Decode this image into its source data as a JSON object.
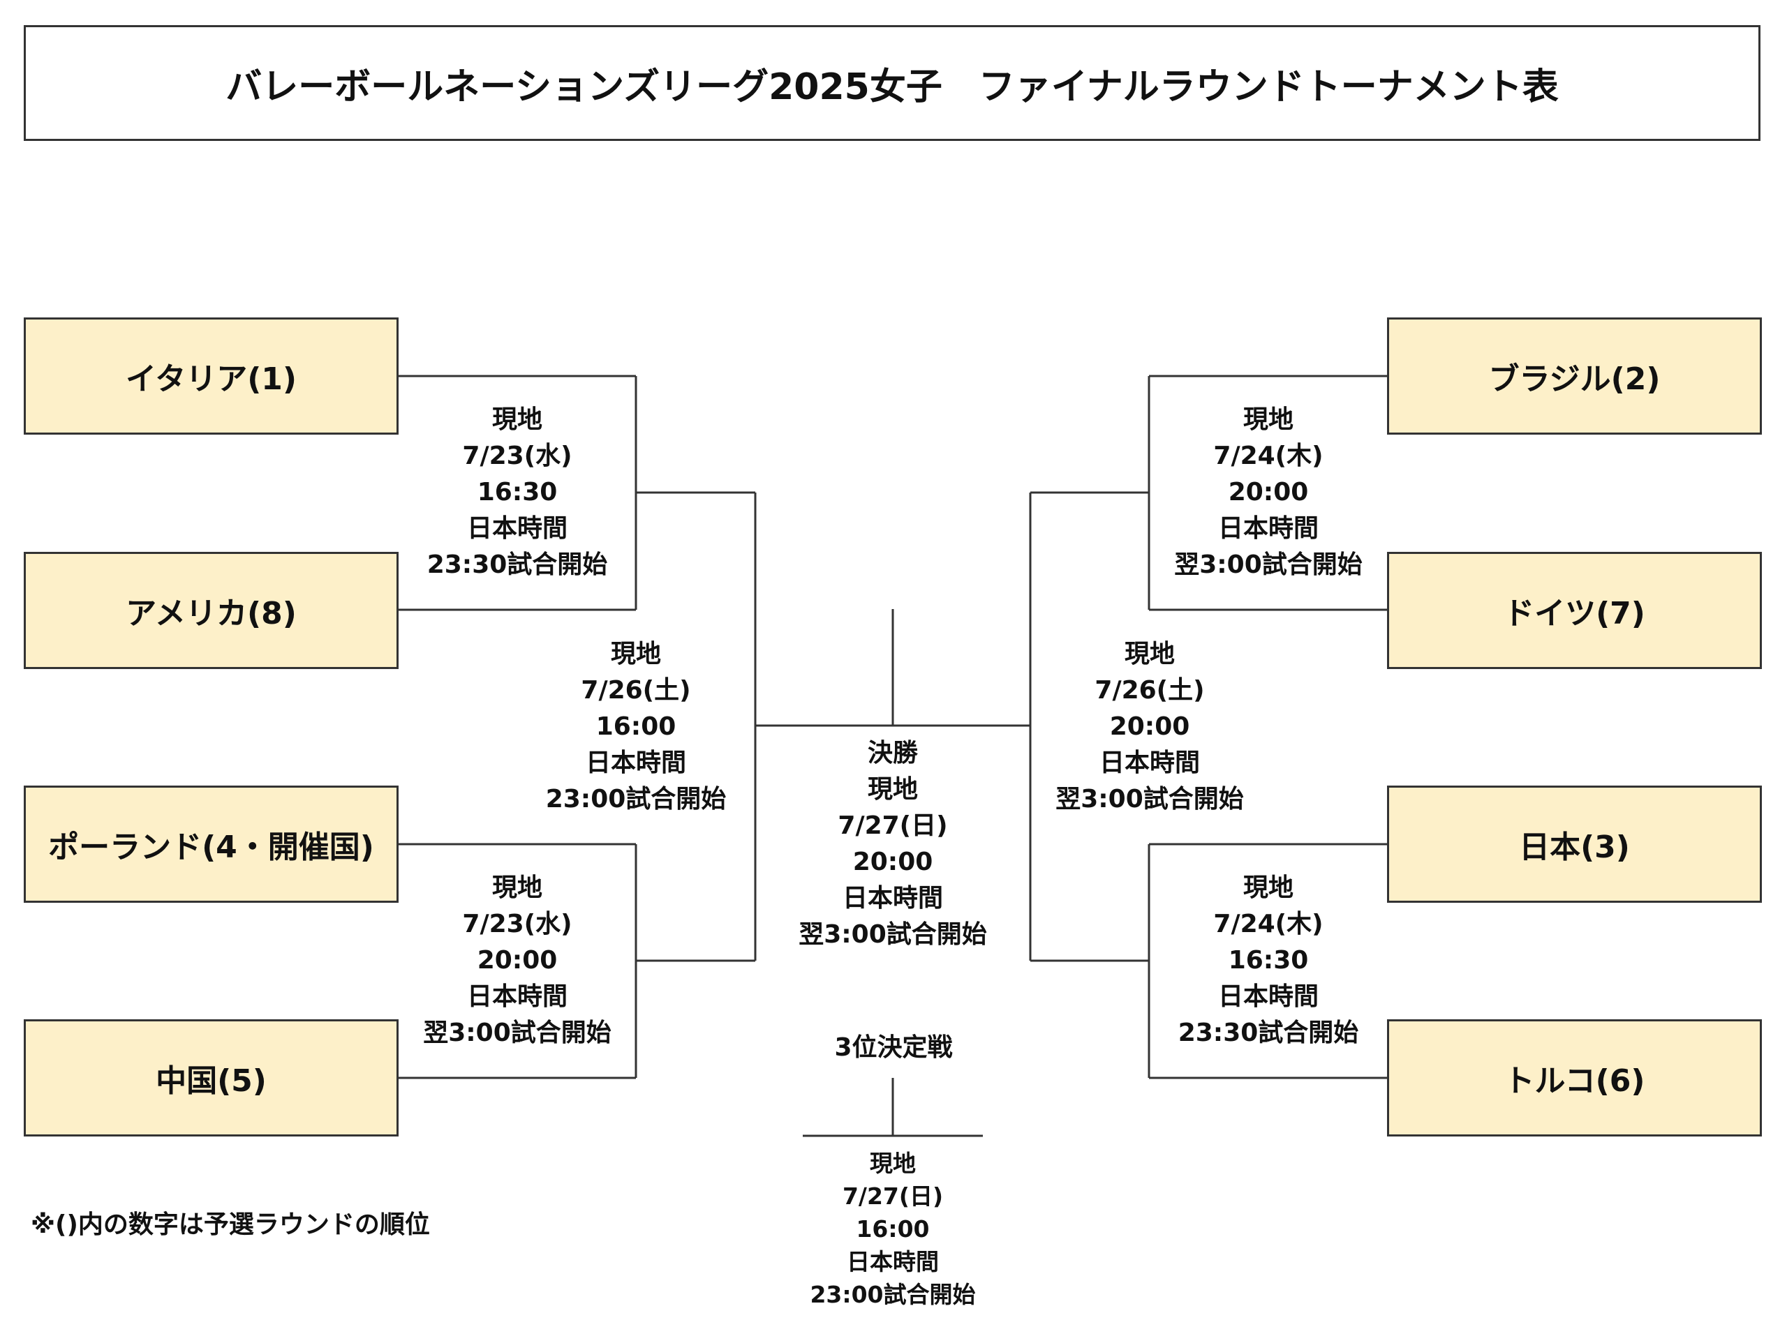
{
  "title": "バレーボールネーションズリーグ2025女子　ファイナルラウンドトーナメント表",
  "colors": {
    "team_box_fill": "#fdf0c9",
    "line": "#333333"
  },
  "teams": {
    "italy": "イタリア(1)",
    "usa": "アメリカ(8)",
    "poland": "ポーランド(4・開催国)",
    "china": "中国(5)",
    "brazil": "ブラジル(2)",
    "germany": "ドイツ(7)",
    "japan": "日本(3)",
    "turkey": "トルコ(6)"
  },
  "matches": {
    "qf_italy_usa": [
      "現地",
      "7/23(水)",
      "16:30",
      "日本時間",
      "23:30試合開始"
    ],
    "qf_poland_china": [
      "現地",
      "7/23(水)",
      "20:00",
      "日本時間",
      "翌3:00試合開始"
    ],
    "qf_brazil_germany": [
      "現地",
      "7/24(木)",
      "20:00",
      "日本時間",
      "翌3:00試合開始"
    ],
    "qf_japan_turkey": [
      "現地",
      "7/24(木)",
      "16:30",
      "日本時間",
      "23:30試合開始"
    ],
    "sf_left": [
      "現地",
      "7/26(土)",
      "16:00",
      "日本時間",
      "23:00試合開始"
    ],
    "sf_right": [
      "現地",
      "7/26(土)",
      "20:00",
      "日本時間",
      "翌3:00試合開始"
    ],
    "final": [
      "決勝",
      "現地",
      "7/27(日)",
      "20:00",
      "日本時間",
      "翌3:00試合開始"
    ],
    "third_place_label": "3位決定戦",
    "third_place": [
      "現地",
      "7/27(日)",
      "16:00",
      "日本時間",
      "23:00試合開始"
    ]
  },
  "note": "※()内の数字は予選ラウンドの順位"
}
